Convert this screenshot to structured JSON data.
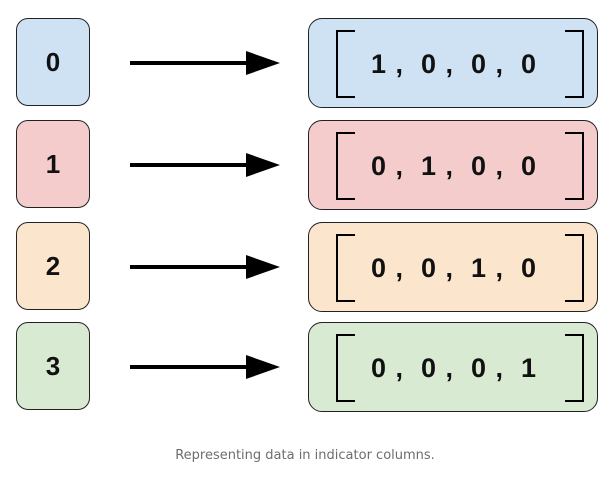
{
  "rows": [
    {
      "label": "0",
      "vector": "1 ,  0 ,  0 ,  0",
      "color": "#cfe2f3"
    },
    {
      "label": "1",
      "vector": "0 ,  1 ,  0 ,  0",
      "color": "#f4cccc"
    },
    {
      "label": "2",
      "vector": "0 ,  0 ,  1 ,  0",
      "color": "#fce5cd"
    },
    {
      "label": "3",
      "vector": "0 ,  0 ,  0 ,  1",
      "color": "#d9ead3"
    }
  ],
  "caption": "Representing data in indicator columns."
}
